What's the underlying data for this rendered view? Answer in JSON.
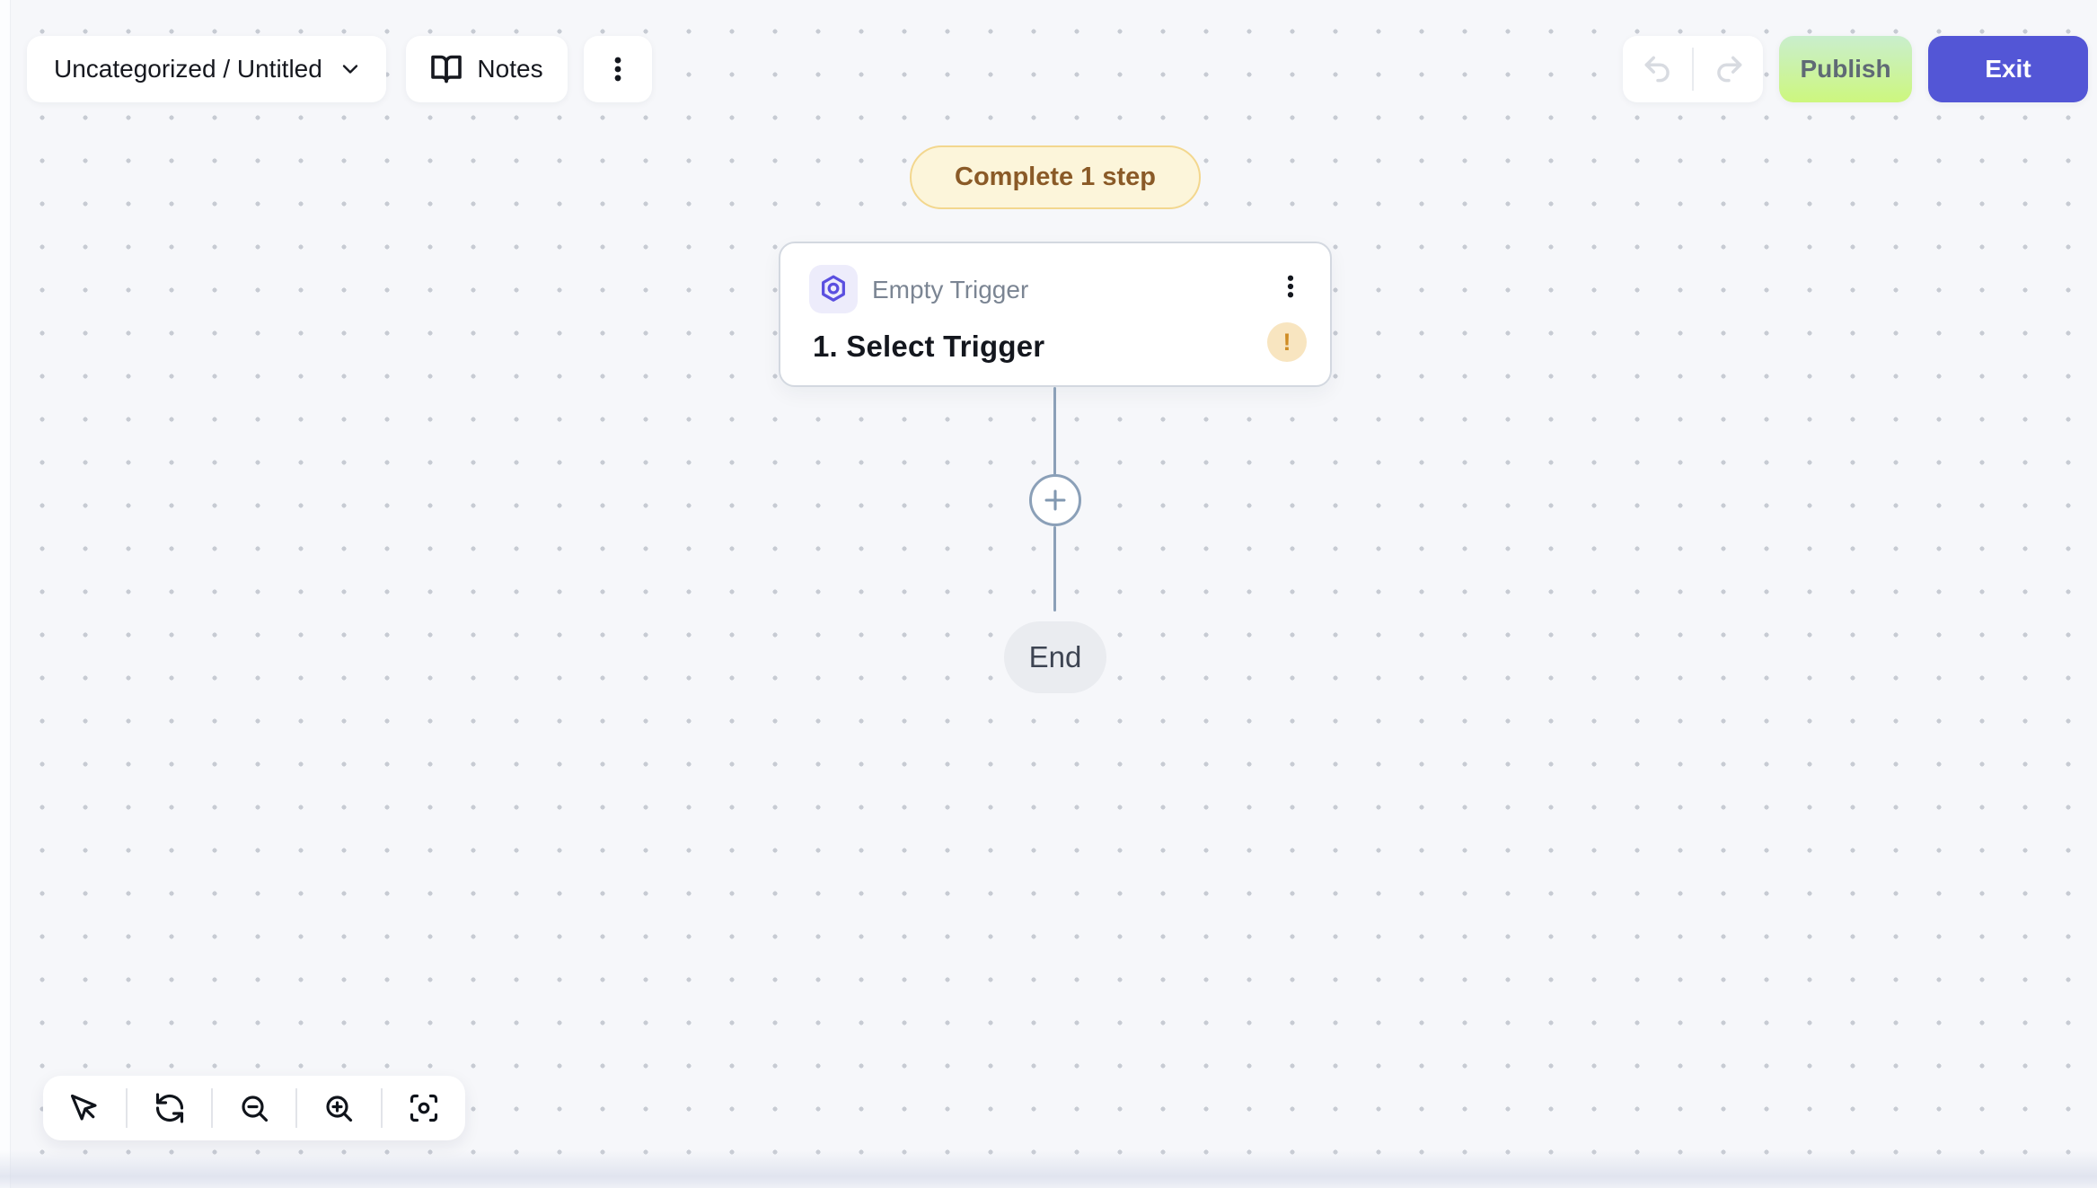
{
  "header": {
    "project_switcher_label": "Uncategorized / Untitled",
    "notes_label": "Notes",
    "publish_label": "Publish",
    "exit_label": "Exit"
  },
  "canvas": {
    "incomplete_badge_label": "Complete 1 step",
    "trigger_node": {
      "type_label": "Empty Trigger",
      "title": "1. Select Trigger",
      "warning_mark": "!"
    },
    "end_node_label": "End"
  },
  "icons": {
    "header": [
      "chevron-down-icon",
      "book-open-icon",
      "kebab-menu-icon",
      "undo-icon",
      "redo-icon"
    ],
    "node": [
      "trigger-nut-icon",
      "kebab-menu-icon",
      "warning-icon",
      "plus-icon"
    ],
    "toolbar": [
      "cursor-pointer-icon",
      "refresh-icon",
      "zoom-out-icon",
      "zoom-in-icon",
      "fit-view-icon"
    ]
  },
  "colors": {
    "canvas_bg": "#f6f7fa",
    "canvas_dots": "#c7cbd3",
    "accent_indigo": "#5356d6",
    "publish_gradient_top": "#c9eecd",
    "publish_gradient_bottom": "#cdf77e",
    "publish_text": "#5f6a75",
    "badge_bg": "#fcf5da",
    "badge_border": "#f3d78e",
    "badge_text": "#8a5a27",
    "warning_bg": "#f8e5c0",
    "warning_fg": "#cf8c24",
    "connector": "#8ba0b8",
    "trigger_icon_color": "#5a4fe0",
    "trigger_icon_bg": "#edecfb",
    "end_node_bg": "#eaecf0"
  }
}
